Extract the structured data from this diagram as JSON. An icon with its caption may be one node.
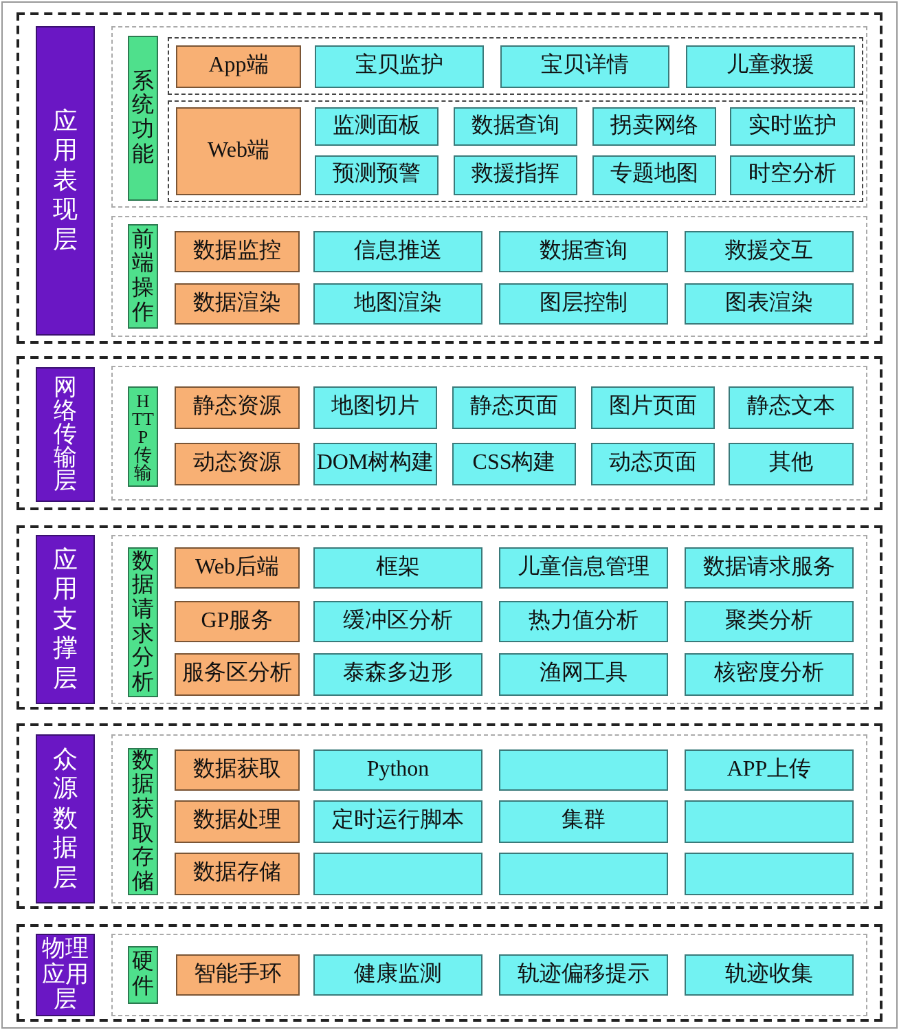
{
  "diagram": {
    "nodes": [
      {
        "text": [],
        "shape": "box"
      },
      {
        "text": [
          "应用表现层"
        ],
        "in": 0
      },
      {
        "text": [],
        "shape": "box",
        "in": 0
      },
      {
        "text": [
          "系统功能"
        ],
        "in": 2
      },
      {
        "text": [],
        "shape": "box",
        "in": 2
      },
      {
        "text": [
          "App端"
        ],
        "in": 4
      },
      {
        "text": [
          "宝贝监护"
        ],
        "in": 4
      },
      {
        "text": [
          "宝贝详情"
        ],
        "in": 4
      },
      {
        "text": [
          "儿童救援"
        ],
        "in": 4
      },
      {
        "text": [],
        "shape": "box",
        "in": 2
      },
      {
        "text": [
          "Web端"
        ],
        "in": 9
      },
      {
        "text": [
          "监测面板"
        ],
        "in": 9
      },
      {
        "text": [
          "数据查询"
        ],
        "in": 9
      },
      {
        "text": [
          "拐卖网络"
        ],
        "in": 9
      },
      {
        "text": [
          "实时监护"
        ],
        "in": 9
      },
      {
        "text": [
          "预测预警"
        ],
        "in": 9
      },
      {
        "text": [
          "救援指挥"
        ],
        "in": 9
      },
      {
        "text": [
          "专题地图"
        ],
        "in": 9
      },
      {
        "text": [
          "时空分析"
        ],
        "in": 9
      },
      {
        "text": [],
        "shape": "box",
        "in": 0
      },
      {
        "text": [
          "前端操作"
        ],
        "in": 19
      },
      {
        "text": [
          "数据监控"
        ],
        "in": 19
      },
      {
        "text": [
          "信息推送"
        ],
        "in": 19
      },
      {
        "text": [
          "数据查询"
        ],
        "in": 19
      },
      {
        "text": [
          "救援交互"
        ],
        "in": 19
      },
      {
        "text": [
          "数据渲染"
        ],
        "in": 19
      },
      {
        "text": [
          "地图渲染"
        ],
        "in": 19
      },
      {
        "text": [
          "图层控制"
        ],
        "in": 19
      },
      {
        "text": [
          "图表渲染"
        ],
        "in": 19
      },
      {
        "text": [],
        "shape": "box"
      },
      {
        "text": [
          "网络传输层"
        ],
        "in": 29
      },
      {
        "text": [],
        "shape": "box",
        "in": 29
      },
      {
        "text": [
          "HTTP传输"
        ],
        "in": 31
      },
      {
        "text": [
          "静态资源"
        ],
        "in": 31
      },
      {
        "text": [
          "地图切片"
        ],
        "in": 31
      },
      {
        "text": [
          "静态页面"
        ],
        "in": 31
      },
      {
        "text": [
          "图片页面"
        ],
        "in": 31
      },
      {
        "text": [
          "静态文本"
        ],
        "in": 31
      },
      {
        "text": [
          "动态资源"
        ],
        "in": 31
      },
      {
        "text": [
          "DOM树构建"
        ],
        "in": 31
      },
      {
        "text": [
          "CSS构建"
        ],
        "in": 31
      },
      {
        "text": [
          "动态页面"
        ],
        "in": 31
      },
      {
        "text": [
          "其他"
        ],
        "in": 31
      },
      {
        "text": [],
        "shape": "box"
      },
      {
        "text": [
          "应用支撑层"
        ],
        "in": 43
      },
      {
        "text": [],
        "shape": "box",
        "in": 43
      },
      {
        "text": [
          "数据请求分析"
        ],
        "in": 45
      },
      {
        "text": [
          "Web后端"
        ],
        "in": 45
      },
      {
        "text": [
          "框架"
        ],
        "in": 45
      },
      {
        "text": [
          "儿童信息管理"
        ],
        "in": 45
      },
      {
        "text": [
          "数据请求服务"
        ],
        "in": 45
      },
      {
        "text": [
          "GP服务"
        ],
        "in": 45
      },
      {
        "text": [
          "缓冲区分析"
        ],
        "in": 45
      },
      {
        "text": [
          "热力值分析"
        ],
        "in": 45
      },
      {
        "text": [
          "聚类分析"
        ],
        "in": 45
      },
      {
        "text": [
          "服务区分析"
        ],
        "in": 45
      },
      {
        "text": [
          "泰森多边形"
        ],
        "in": 45
      },
      {
        "text": [
          "渔网工具"
        ],
        "in": 45
      },
      {
        "text": [
          "核密度分析"
        ],
        "in": 45
      },
      {
        "text": [],
        "shape": "box"
      },
      {
        "text": [
          "众源数据层"
        ],
        "in": 59
      },
      {
        "text": [],
        "shape": "box",
        "in": 59
      },
      {
        "text": [
          "数据获取存储"
        ],
        "in": 61
      },
      {
        "text": [
          "数据获取"
        ],
        "in": 61
      },
      {
        "text": [
          "Python"
        ],
        "in": 61
      },
      {
        "text": [],
        "shape": "box",
        "in": 61
      },
      {
        "text": [
          "APP上传"
        ],
        "in": 61
      },
      {
        "text": [
          "数据处理"
        ],
        "in": 61
      },
      {
        "text": [
          "定时运行脚本"
        ],
        "in": 61
      },
      {
        "text": [
          "集群"
        ],
        "in": 61
      },
      {
        "text": [],
        "shape": "box",
        "in": 61
      },
      {
        "text": [
          "数据存储"
        ],
        "in": 61
      },
      {
        "text": [],
        "shape": "box",
        "in": 61
      },
      {
        "text": [],
        "shape": "box",
        "in": 61
      },
      {
        "text": [],
        "shape": "box",
        "in": 61
      },
      {
        "text": [],
        "shape": "box"
      },
      {
        "text": [
          "物理应用层"
        ],
        "in": 75
      },
      {
        "text": [],
        "shape": "box",
        "in": 75
      },
      {
        "text": [
          "硬件"
        ],
        "in": 77
      },
      {
        "text": [
          "智能手环"
        ],
        "in": 77
      },
      {
        "text": [
          "健康监测"
        ],
        "in": 77
      },
      {
        "text": [
          "轨迹偏移提示"
        ],
        "in": 77
      },
      {
        "text": [
          "轨迹收集"
        ],
        "in": 77
      }
    ]
  }
}
